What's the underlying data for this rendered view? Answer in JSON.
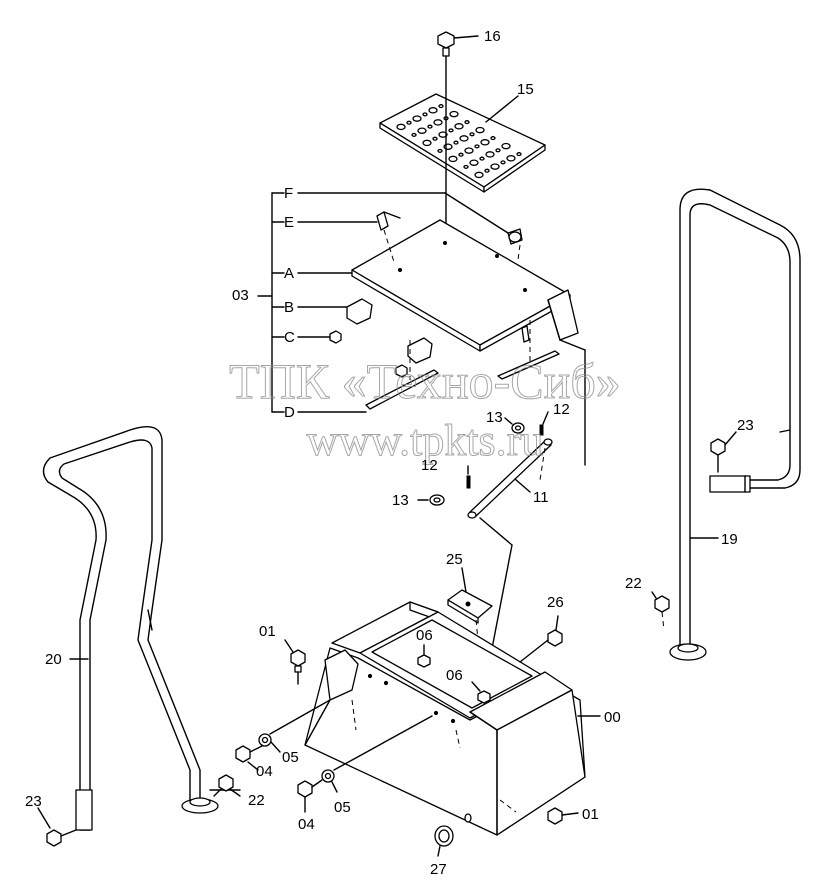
{
  "labels": {
    "p00": "00",
    "p01a": "01",
    "p01b": "01",
    "p03": "03",
    "p04a": "04",
    "p04b": "04",
    "p05a": "05",
    "p05b": "05",
    "p06a": "06",
    "p06b": "06",
    "p11": "11",
    "p12a": "12",
    "p12b": "12",
    "p13a": "13",
    "p13b": "13",
    "p15": "15",
    "p16": "16",
    "p19": "19",
    "p20": "20",
    "p22a": "22",
    "p22b": "22",
    "p23a": "23",
    "p23b": "23",
    "p25": "25",
    "p26": "26",
    "p27": "27",
    "A": "A",
    "B": "B",
    "C": "C",
    "D": "D",
    "E": "E",
    "F": "F"
  },
  "watermark": {
    "line1": "ТПК «Техно-Сиб»",
    "line2": "www.tpkts.ru"
  }
}
